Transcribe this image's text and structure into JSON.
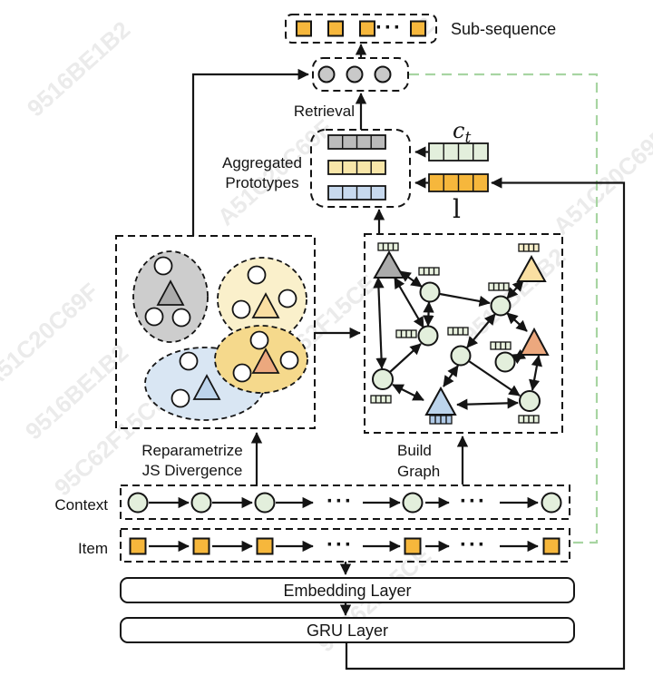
{
  "figure": {
    "labels": {
      "sub_sequence": "Sub-sequence",
      "retrieval": "Retrieval",
      "aggregated_line1": "Aggregated",
      "aggregated_line2": "Prototypes",
      "context_vector_base": "c",
      "context_vector_sub": "t",
      "last_item_vector": "l",
      "reparametrize_line1": "Reparametrize",
      "reparametrize_line2": "JS Divergence",
      "build_line1": "Build",
      "build_line2": "Graph",
      "context_row": "Context",
      "item_row": "Item",
      "embedding_layer": "Embedding Layer",
      "gru_layer": "GRU Layer",
      "ellipsis": "···"
    },
    "colors": {
      "item_orange": "#F6B73C",
      "node_green": "#E3EFDC",
      "node_gray": "#C9C9C9",
      "bar_gray": "#BBBBBB",
      "bar_yellow": "#F8E6A8",
      "bar_blue": "#C7D9EE",
      "green_dashed": "#A8D5A2",
      "cluster_gray": "#CDCDCD",
      "cluster_yellow_light": "#FAF0CB",
      "cluster_yellow": "#F5D98C",
      "cluster_blue": "#D9E6F3",
      "tri_gray": "#ABABAB",
      "tri_yellow": "#FADFA2",
      "tri_orange": "#ECA87E",
      "tri_blue": "#BCD4EC",
      "cell_green": "#E9F2DF",
      "cell_blue": "#AFC9E6",
      "cell_yellow": "#F8EFCB",
      "watermark": "#EBEBEB"
    },
    "watermarks": [
      "A51C20C69F",
      "9516BE1B2",
      "95C62F15CE",
      "2"
    ]
  }
}
